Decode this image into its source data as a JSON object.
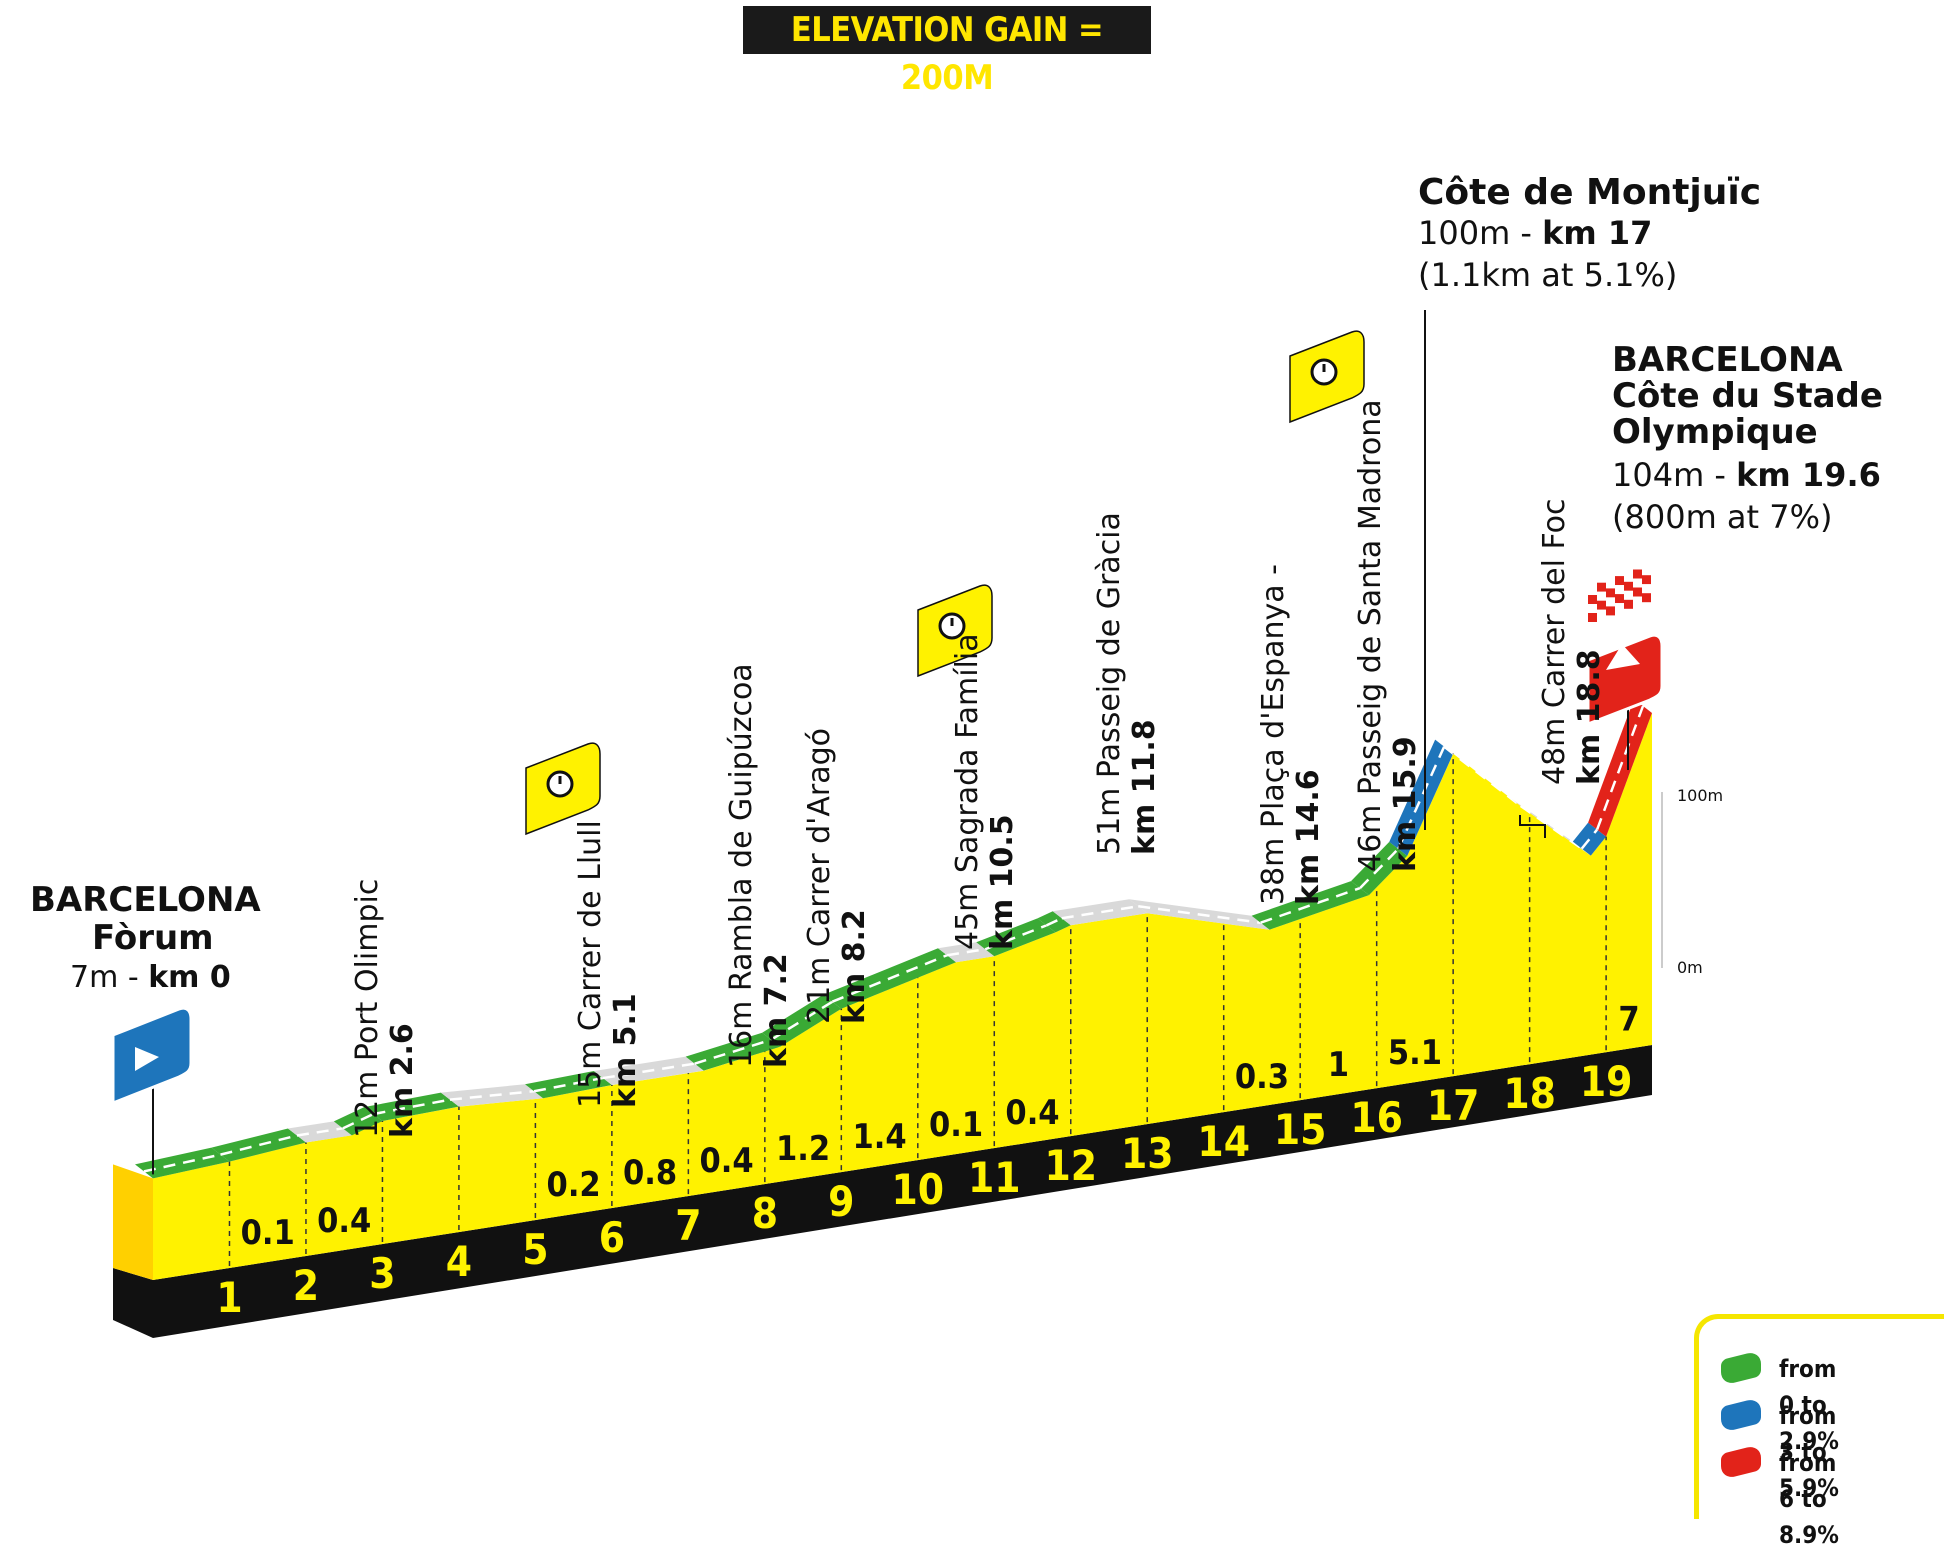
{
  "header": {
    "elevation_gain": "ELEVATION GAIN = 200M"
  },
  "chart_data": {
    "type": "area",
    "title": "ELEVATION GAIN = 200M",
    "xlabel": "",
    "ylabel": "",
    "y_ticks": [
      "100m",
      "0m"
    ],
    "x_ticks": [
      "1",
      "2",
      "3",
      "4",
      "5",
      "6",
      "7",
      "8",
      "9",
      "10",
      "11",
      "12",
      "13",
      "14",
      "15",
      "16",
      "17",
      "18",
      "19"
    ],
    "profile": [
      {
        "km": 0,
        "elev": 7
      },
      {
        "km": 1,
        "elev": 9
      },
      {
        "km": 2,
        "elev": 12
      },
      {
        "km": 2.6,
        "elev": 12
      },
      {
        "km": 3,
        "elev": 16
      },
      {
        "km": 4,
        "elev": 17
      },
      {
        "km": 5.1,
        "elev": 15
      },
      {
        "km": 6,
        "elev": 16
      },
      {
        "km": 7.2,
        "elev": 16
      },
      {
        "km": 8.2,
        "elev": 21
      },
      {
        "km": 9,
        "elev": 33
      },
      {
        "km": 10.5,
        "elev": 45
      },
      {
        "km": 11,
        "elev": 45
      },
      {
        "km": 11.8,
        "elev": 51
      },
      {
        "km": 12,
        "elev": 53
      },
      {
        "km": 13,
        "elev": 53
      },
      {
        "km": 14.6,
        "elev": 38
      },
      {
        "km": 15.9,
        "elev": 46
      },
      {
        "km": 16.4,
        "elev": 60
      },
      {
        "km": 17,
        "elev": 100
      },
      {
        "km": 18,
        "elev": 70
      },
      {
        "km": 18.8,
        "elev": 48
      },
      {
        "km": 19,
        "elev": 55
      },
      {
        "km": 19.6,
        "elev": 104
      }
    ],
    "segment_gradients": [
      "0.1",
      "0.4",
      "0.2",
      "0.8",
      "0.4",
      "1.2",
      "1.4",
      "0.1",
      "0.4",
      "0.3",
      "1",
      "5.1",
      "7"
    ],
    "legend": [
      {
        "label": "from 0 to 2.9%",
        "color": "#3aaa35"
      },
      {
        "label": "from 3 to 5.9%",
        "color": "#1e75bb"
      },
      {
        "label": "from 6 to 8.9%",
        "color": "#e2231a"
      }
    ],
    "colors": {
      "profile_fill": "#fff200",
      "profile_side": "#ffd000",
      "base": "#111111",
      "flat_section": "#d9d9d9"
    }
  },
  "start": {
    "place": "BARCELONA",
    "sub": "Fòrum",
    "elev": "7m - ",
    "km": "km 0"
  },
  "summit": {
    "name": "Côte de Montjuïc",
    "elev": "100m - ",
    "km": "km 17",
    "detail": "(1.1km at 5.1%)"
  },
  "finish": {
    "line1": "BARCELONA",
    "line2": "Côte du Stade",
    "line3": "Olympique",
    "elev": "104m - ",
    "km": "km 19.6",
    "detail": "(800m at 7%)"
  },
  "waypoints": [
    {
      "text": "12m Port Olimpic",
      "km": "km 2.6"
    },
    {
      "text": "15m Carrer de Llull",
      "km": "km 5.1"
    },
    {
      "text": "16m Rambla de Guipúzcoa",
      "km": "km 7.2"
    },
    {
      "text": "21m Carrer d'Aragó",
      "km": "km 8.2"
    },
    {
      "text": "45m Sagrada Família",
      "km": "km 10.5"
    },
    {
      "text": "51m Passeig de Gràcia",
      "km": "km 11.8"
    },
    {
      "text": "38m Plaça d'Espanya - ",
      "km": "km 14.6"
    },
    {
      "text": "46m Passeig de Santa Madrona",
      "km": "km 15.9"
    },
    {
      "text": "48m Carrer del Foc",
      "km": "km 18.8"
    }
  ],
  "icons": {
    "start": "start-flag-icon",
    "timing": "stopwatch-icon",
    "finish": "checkered-flag-icon",
    "summit": "mountain-icon"
  }
}
